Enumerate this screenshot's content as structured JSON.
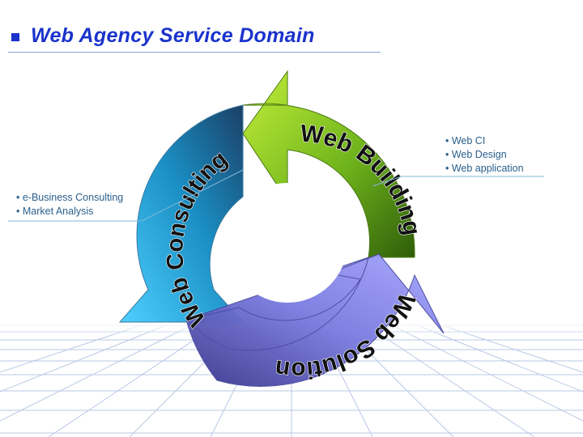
{
  "slide": {
    "title": "Web Agency Service Domain"
  },
  "segments": {
    "building": {
      "label": "Web Building",
      "color": "#7fc41f"
    },
    "consulting": {
      "label": "Web Consulting",
      "color": "#1aa0d8"
    },
    "solution": {
      "label": "Web Solution",
      "color": "#7d7de6"
    }
  },
  "callouts": {
    "building": {
      "items": [
        "• Web CI",
        "• Web Design",
        "• Web application"
      ]
    },
    "consulting": {
      "items": [
        "• e-Business Consulting",
        "• Market Analysis"
      ]
    }
  },
  "colors": {
    "title": "#1a33cc",
    "grid": "#b8c8e6",
    "callout_text": "#2a5f8c"
  }
}
